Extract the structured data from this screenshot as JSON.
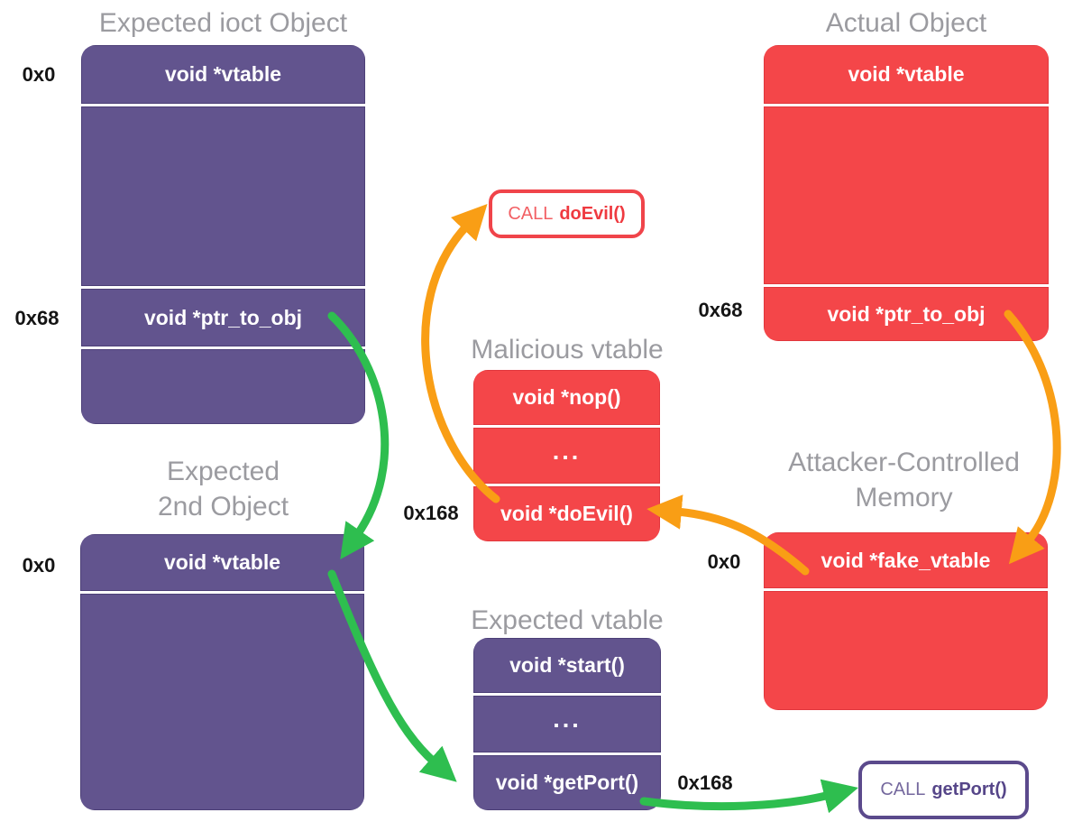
{
  "diagram_title": "vtable hijack: expected vs attacker-controlled objects",
  "colors": {
    "object_purple": "#62548E",
    "object_red": "#F44649",
    "arrow_green": "#2EBE4F",
    "arrow_orange": "#F99E15",
    "title_gray": "#9B9BA0",
    "offset_black": "#141414",
    "call_red_border": "#F0444A",
    "call_purple_border": "#5B4A8C",
    "row_text_white": "#FFFFFF"
  },
  "objects": {
    "expected_ioct": {
      "title": "Expected ioct Object",
      "rows": {
        "vtable": "void *vtable",
        "ptr": "void *ptr_to_obj"
      },
      "offsets": {
        "vtable": "0x0",
        "ptr": "0x68"
      }
    },
    "actual": {
      "title": "Actual Object",
      "rows": {
        "vtable": "void *vtable",
        "ptr": "void *ptr_to_obj"
      },
      "offsets": {
        "ptr": "0x68"
      }
    },
    "malicious_vtable": {
      "title": "Malicious vtable",
      "rows": {
        "nop": "void *nop()",
        "dots": "...",
        "doevil": "void *doEvil()"
      },
      "offsets": {
        "doevil": "0x168"
      }
    },
    "attacker_memory": {
      "title_line1": "Attacker-Controlled",
      "title_line2": "Memory",
      "rows": {
        "fake": "void *fake_vtable"
      },
      "offsets": {
        "fake": "0x0"
      }
    },
    "expected_2nd": {
      "title_line1": "Expected",
      "title_line2": "2nd Object",
      "rows": {
        "vtable": "void *vtable"
      },
      "offsets": {
        "vtable": "0x0"
      }
    },
    "expected_vtable": {
      "title": "Expected vtable",
      "rows": {
        "start": "void *start()",
        "dots": "...",
        "getport": "void *getPort()"
      },
      "offsets": {
        "getport": "0x168"
      }
    }
  },
  "call_boxes": {
    "doevil": {
      "prefix": "CALL",
      "func": "doEvil()"
    },
    "getport": {
      "prefix": "CALL",
      "func": "getPort()"
    }
  },
  "arrows": {
    "green_ptr_to_2nd_object": "ptr_to_obj -> Expected 2nd Object vtable",
    "green_vtable_to_getport": "2nd Object vtable -> void *getPort()",
    "green_getport_to_call": "void *getPort() -> CALL getPort()",
    "orange_ptr_to_fake_vtable": "Actual ptr_to_obj -> void *fake_vtable",
    "orange_fake_to_doevil": "void *fake_vtable -> void *doEvil()",
    "orange_doevil_to_call": "void *doEvil() -> CALL doEvil()"
  }
}
